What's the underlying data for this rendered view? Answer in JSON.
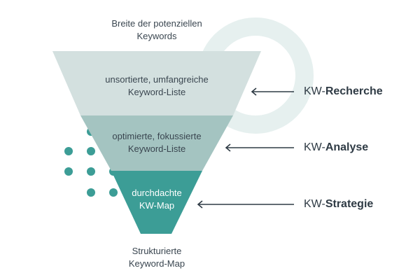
{
  "top_caption": {
    "line1": "Breite der potenziellen",
    "line2": "Keywords"
  },
  "bottom_caption": {
    "line1": "Strukturierte",
    "line2": "Keyword-Map"
  },
  "funnel": [
    {
      "line1": "unsortierte, umfangreiche",
      "line2": "Keyword-Liste",
      "color": "#d3e0df"
    },
    {
      "line1": "optimierte, fokussierte",
      "line2": "Keyword-Liste",
      "color": "#a4c4c1"
    },
    {
      "line1": "durchdachte",
      "line2": "KW-Map",
      "color": "#3c9d96"
    }
  ],
  "stages": [
    {
      "prefix": "KW-",
      "bold": "Recherche"
    },
    {
      "prefix": "KW-",
      "bold": "Analyse"
    },
    {
      "prefix": "KW-",
      "bold": "Strategie"
    }
  ],
  "colors": {
    "ring": "#e6f0ef",
    "dots": "#3c9d96",
    "arrow": "#2f3b45"
  }
}
